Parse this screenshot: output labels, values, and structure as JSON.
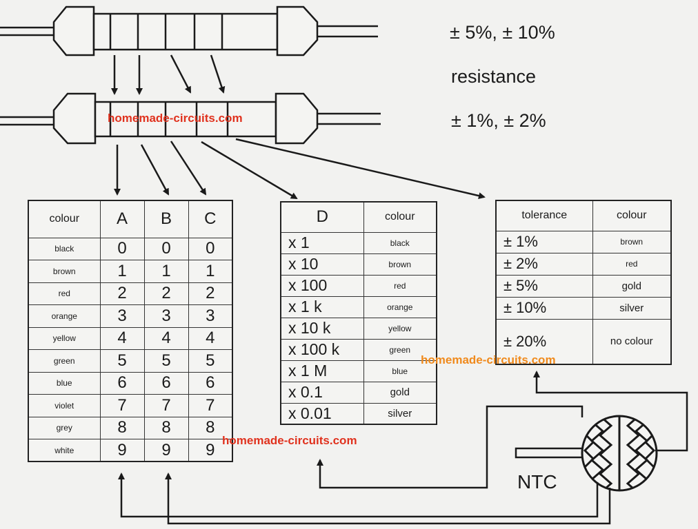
{
  "tolerance_notes": {
    "top": "± 5%, ± 10%",
    "middle": "resistance",
    "bottom": "± 1%, ± 2%"
  },
  "watermark": {
    "text": "homemade-circuits.com",
    "color_red": "#e0321e",
    "color_orange": "#f08a1c"
  },
  "digit_table": {
    "headers": [
      "colour",
      "A",
      "B",
      "C"
    ],
    "rows": [
      {
        "colour": "black",
        "a": "0",
        "b": "0",
        "c": "0"
      },
      {
        "colour": "brown",
        "a": "1",
        "b": "1",
        "c": "1"
      },
      {
        "colour": "red",
        "a": "2",
        "b": "2",
        "c": "2"
      },
      {
        "colour": "orange",
        "a": "3",
        "b": "3",
        "c": "3"
      },
      {
        "colour": "yellow",
        "a": "4",
        "b": "4",
        "c": "4"
      },
      {
        "colour": "green",
        "a": "5",
        "b": "5",
        "c": "5"
      },
      {
        "colour": "blue",
        "a": "6",
        "b": "6",
        "c": "6"
      },
      {
        "colour": "violet",
        "a": "7",
        "b": "7",
        "c": "7"
      },
      {
        "colour": "grey",
        "a": "8",
        "b": "8",
        "c": "8"
      },
      {
        "colour": "white",
        "a": "9",
        "b": "9",
        "c": "9"
      }
    ]
  },
  "multiplier_table": {
    "headers": [
      "D",
      "colour"
    ],
    "rows": [
      {
        "d": "x 1",
        "colour": "black"
      },
      {
        "d": "x 10",
        "colour": "brown"
      },
      {
        "d": "x 100",
        "colour": "red"
      },
      {
        "d": "x 1 k",
        "colour": "orange"
      },
      {
        "d": "x 10 k",
        "colour": "yellow"
      },
      {
        "d": "x 100 k",
        "colour": "green"
      },
      {
        "d": "x 1 M",
        "colour": "blue"
      },
      {
        "d": "x 0.1",
        "colour": "gold"
      },
      {
        "d": "x 0.01",
        "colour": "silver"
      }
    ]
  },
  "tolerance_table": {
    "headers": [
      "tolerance",
      "colour"
    ],
    "rows": [
      {
        "t": "± 1%",
        "colour": "brown"
      },
      {
        "t": "± 2%",
        "colour": "red"
      },
      {
        "t": "± 5%",
        "colour": "gold"
      },
      {
        "t": "± 10%",
        "colour": "silver"
      },
      {
        "t": "± 20%",
        "colour": "no colour"
      }
    ]
  },
  "ntc": {
    "label": "NTC"
  }
}
